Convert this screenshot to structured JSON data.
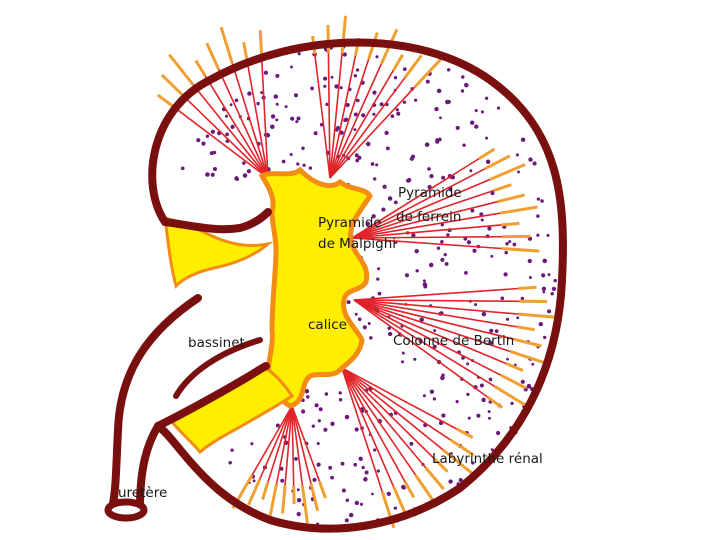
{
  "labels": {
    "pyramide_ferrein_1": "Pyramide",
    "pyramide_ferrein_2": "de ferrein",
    "pyramide_malpighi_1": "Pyramide",
    "pyramide_malpighi_2": "de Malpighi",
    "calice": "calice",
    "bassinet": "bassinet",
    "colonne_bertin": "Colonne de Bertin",
    "labyrinthe": "Labyrinthe rénal",
    "uretere": "uretère"
  },
  "colors": {
    "capsule": "#7a0f0f",
    "calyx_outline": "#f28c14",
    "fill": "#ffee00",
    "rays": "#e0242a",
    "ferrein": "#f0a030",
    "dots": "#6a1a7a"
  },
  "icons": [
    "kidney-capsule",
    "renal-pelvis",
    "ureter",
    "malpighi-pyramid",
    "ferrein-pyramid",
    "cortex-dots"
  ]
}
